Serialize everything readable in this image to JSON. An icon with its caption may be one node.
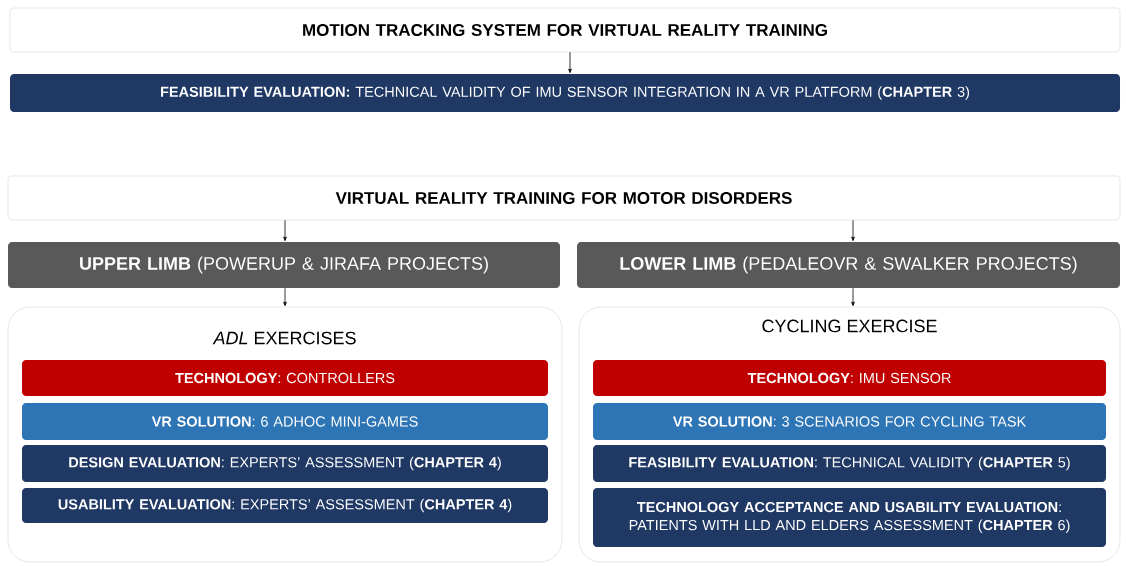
{
  "diagram": {
    "nodes": [
      {
        "text": [
          "MOTION TRACKING SYSTEM FOR VIRTUAL REALITY TRAINING"
        ]
      },
      {
        "text": [
          "**FEASIBILITY EVALUATION:** TECHNICAL VALIDITY OF IMU SENSOR INTEGRATION IN A VR PLATFORM (**CHAPTER** 3)"
        ]
      },
      {
        "text": [
          "VIRTUAL REALITY TRAINING FOR MOTOR DISORDERS"
        ]
      },
      {
        "text": [
          "**UPPER LIMB** (POWERUP & JIRAFA PROJECTS)"
        ]
      },
      {
        "text": [
          "**LOWER LIMB** (PEDALEOVR & SWALKER PROJECTS)"
        ]
      },
      {
        "text": [
          "*ADL* EXERCISES"
        ]
      },
      {
        "text": [
          "**TECHNOLOGY**: CONTROLLERS"
        ],
        "in": 5
      },
      {
        "text": [
          "**VR SOLUTION**: 6 ADHOC MINI-GAMES"
        ],
        "in": 5
      },
      {
        "text": [
          "**DESIGN EVALUATION**: EXPERTS’ ASSESSMENT (**CHAPTER 4**)"
        ],
        "in": 5
      },
      {
        "text": [
          "**USABILITY EVALUATION**: EXPERTS’ ASSESSMENT (**CHAPTER 4**)"
        ],
        "in": 5
      },
      {
        "text": [
          "CYCLING EXERCISE"
        ]
      },
      {
        "text": [
          "**TECHNOLOGY**: IMU SENSOR"
        ],
        "in": 10
      },
      {
        "text": [
          "**VR SOLUTION**: 3 SCENARIOS FOR CYCLING TASK"
        ],
        "in": 10
      },
      {
        "text": [
          "**FEASIBILITY EVALUATION**: TECHNICAL VALIDITY (**CHAPTER** 5)"
        ],
        "in": 10
      },
      {
        "text": [
          "**TECHNOLOGY ACCEPTANCE AND USABILITY EVALUATION**: PATIENTS WITH LLD AND ELDERS ASSESSMENT (**CHAPTER** 6)"
        ],
        "in": 10
      }
    ],
    "edges": [
      {
        "from": 0,
        "to": 1,
        "arrow": "to"
      },
      {
        "from": 2,
        "to": 3,
        "arrow": "to"
      },
      {
        "from": 2,
        "to": 4,
        "arrow": "to"
      },
      {
        "from": 3,
        "to": 5,
        "arrow": "to"
      },
      {
        "from": 4,
        "to": 10,
        "arrow": "to"
      }
    ]
  }
}
